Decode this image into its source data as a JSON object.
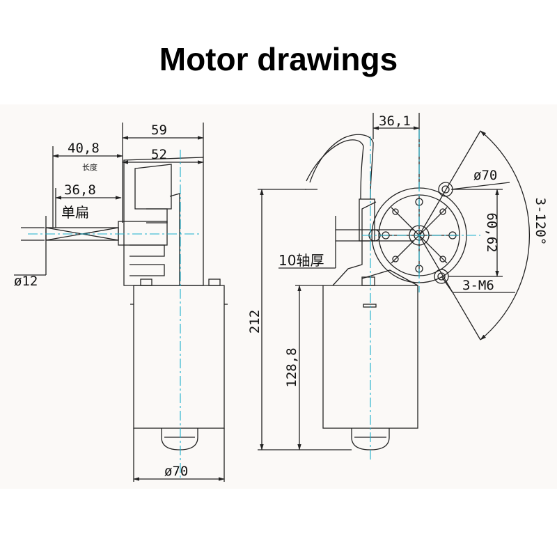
{
  "title": "Motor drawings",
  "side_view": {
    "dim_total_width": "59",
    "dim_gearbox_width": "52",
    "dim_shaft_length": "40,8",
    "dim_length_label": "长度",
    "dim_flat_length": "36,8",
    "dim_flat_label": "单扁",
    "dim_shaft_diameter": "ø12",
    "dim_motor_diameter": "ø70"
  },
  "front_view": {
    "dim_offset": "36,1",
    "dim_flange_diameter": "ø70",
    "dim_bolt_spacing": "60,62",
    "dim_angle": "3-120°",
    "dim_thread": "3-M6",
    "dim_shaft_thickness": "10轴厚",
    "dim_total_height": "212",
    "dim_motor_height": "128,8"
  },
  "colors": {
    "line": "#222222",
    "centerline": "#1ab0cc",
    "background": "#fbf9f7"
  }
}
